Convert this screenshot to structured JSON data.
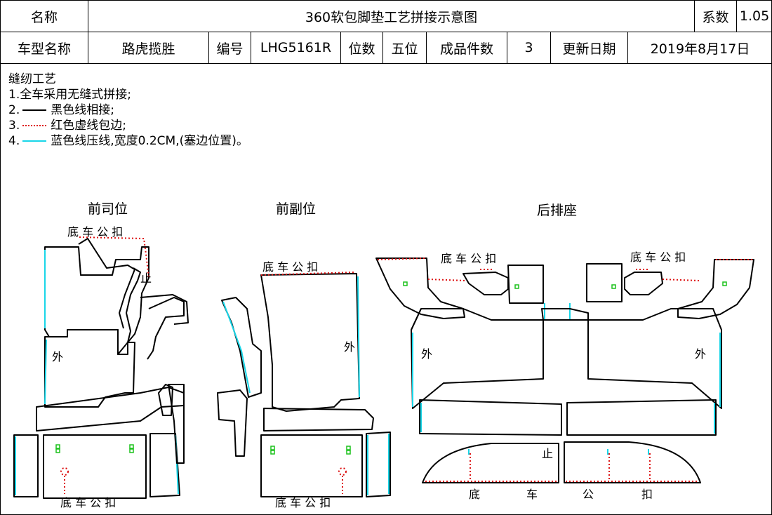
{
  "header": {
    "name_label": "名称",
    "title": "360软包脚垫工艺拼接示意图",
    "coef_label": "系数",
    "coef_value": "1.05",
    "model_label": "车型名称",
    "model_value": "路虎揽胜",
    "code_label": "编号",
    "code_value": "LHG5161R",
    "seats_label": "位数",
    "seats_value": "五位",
    "pieces_label": "成品件数",
    "pieces_value": "3",
    "date_label": "更新日期",
    "date_value": "2019年8月17日"
  },
  "notes": {
    "title": "缝纫工艺",
    "line1": "1.全车采用无缝式拼接;",
    "line2_prefix": "2.",
    "line2_text": "黑色线相接;",
    "line3_prefix": "3.",
    "line3_text": "红色虚线包边;",
    "line4_prefix": "4.",
    "line4_text": "蓝色线压线,宽度0.2CM,(塞边位置)。"
  },
  "colors": {
    "stitch_black": "#000000",
    "stitch_red": "#dd1111",
    "stitch_blue": "#18d6e8",
    "clip": "#1bc21b"
  },
  "sections": {
    "driver": "前司位",
    "passenger": "前副位",
    "rear": "后排座"
  },
  "labels": {
    "clip_top": "底 车 公 扣",
    "clip_bottom": "底 车 公 扣",
    "outside": "外",
    "stop": "止",
    "rear_clip_1": "底",
    "rear_clip_2": "车",
    "rear_clip_3": "公",
    "rear_clip_4": "扣"
  }
}
